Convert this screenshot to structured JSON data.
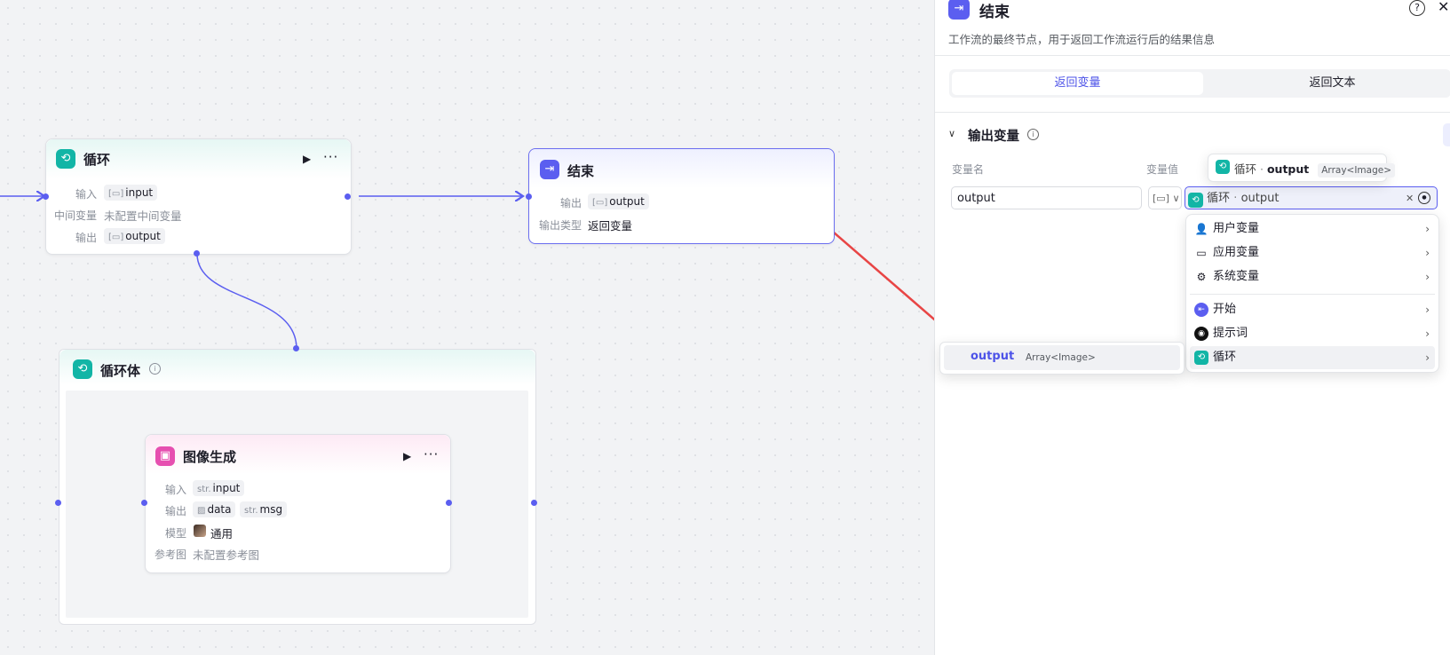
{
  "canvas": {
    "loop_node": {
      "title": "循环",
      "rows": [
        {
          "label": "输入",
          "value": "input"
        },
        {
          "label": "中间变量",
          "value": "未配置中间变量"
        },
        {
          "label": "输出",
          "value": "output"
        }
      ]
    },
    "end_node": {
      "title": "结束",
      "rows": [
        {
          "label": "输出",
          "value": "output"
        },
        {
          "label": "输出类型",
          "value": "返回变量"
        }
      ]
    },
    "loop_body": {
      "title": "循环体"
    },
    "image_node": {
      "title": "图像生成",
      "rows": [
        {
          "label": "输入",
          "type": "str.",
          "value": "input"
        },
        {
          "label": "输出",
          "value": "data",
          "type2": "str.",
          "value2": "msg"
        },
        {
          "label": "模型",
          "value": "通用"
        },
        {
          "label": "参考图",
          "value": "未配置参考图"
        }
      ]
    }
  },
  "panel": {
    "title": "结束",
    "description": "工作流的最终节点，用于返回工作流运行后的结果信息",
    "tabs": [
      {
        "label": "返回变量",
        "active": true
      },
      {
        "label": "返回文本",
        "active": false
      }
    ],
    "section_title": "输出变量",
    "col_name": "变量名",
    "col_value": "变量值",
    "var_name": "output",
    "var_value_node": "循环",
    "var_value_sep": "·",
    "var_value_field": "output",
    "tooltip": {
      "node": "循环",
      "sep": "·",
      "field": "output",
      "type": "Array<Image>"
    },
    "menu": {
      "items": [
        {
          "label": "用户变量",
          "icon": "user-icon"
        },
        {
          "label": "应用变量",
          "icon": "folder-icon"
        },
        {
          "label": "系统变量",
          "icon": "gear-icon"
        },
        {
          "label": "开始",
          "icon": "start-icon"
        },
        {
          "label": "提示词",
          "icon": "prompt-icon"
        },
        {
          "label": "循环",
          "icon": "loop-icon"
        }
      ],
      "submenu": {
        "label": "output",
        "type": "Array<Image>"
      }
    }
  },
  "colors": {
    "accent": "#4d53e8",
    "port": "#5b5ef0",
    "arrow": "#e84545",
    "teal": "#12b5a6",
    "pink": "#e64fb0"
  }
}
